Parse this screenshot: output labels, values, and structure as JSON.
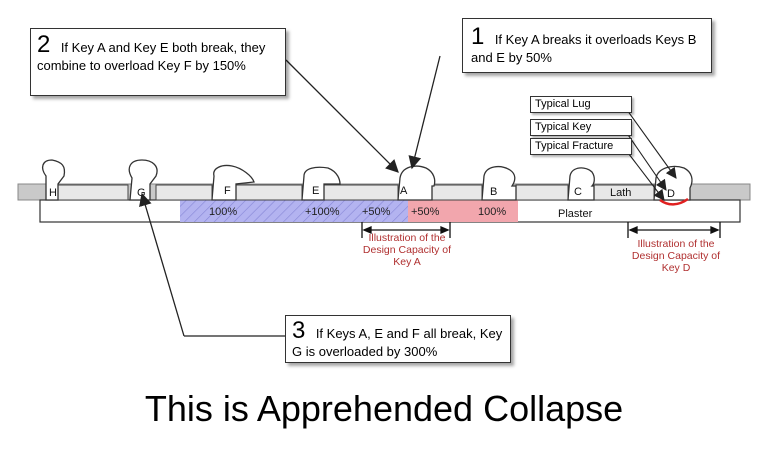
{
  "callouts": {
    "one": {
      "number": "1",
      "text": "If Key A breaks it overloads Keys B and E by 50%"
    },
    "two": {
      "number": "2",
      "text": "If Key A and Key E both break, they combine to overload Key F by 150%"
    },
    "three": {
      "number": "3",
      "text": "If Keys A, E and F all break, Key G is overloaded by 300%"
    }
  },
  "part_labels": {
    "lug": "Typical Lug",
    "key": "Typical Key",
    "fracture": "Typical Fracture",
    "lath": "Lath",
    "plaster": "Plaster"
  },
  "keys": [
    "H",
    "G",
    "F",
    "E",
    "A",
    "B",
    "C",
    "D"
  ],
  "load_labels": {
    "f_region": "100%",
    "e_region": "+100%",
    "a_left": "+50%",
    "a_right": "+50%",
    "b_region": "100%"
  },
  "illustrations": {
    "key_a": "Illustration of the Design Capacity of Key A",
    "key_d": "Illustration of the Design Capacity of Key D"
  },
  "title": "This is Apprehended Collapse",
  "colors": {
    "blue_region": "#b3b3f0",
    "red_region": "#f2a6ad",
    "lath": "#c9c9c9",
    "illustration_text": "#b03030",
    "fracture_line": "#e02020"
  }
}
